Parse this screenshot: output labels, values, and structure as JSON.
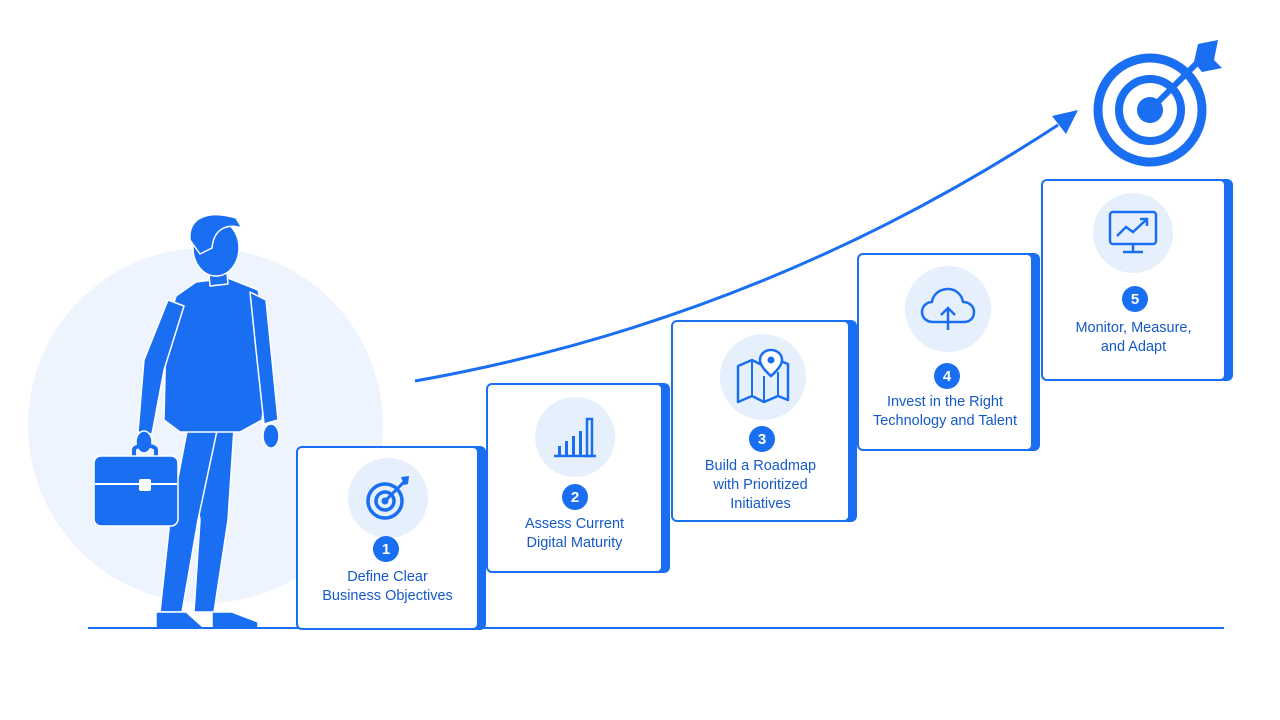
{
  "colors": {
    "primary": "#1a6ef2",
    "icon_background": "#e6f0fd",
    "figure_background": "#eef4fd",
    "text": "#1559c9"
  },
  "steps": [
    {
      "number": "1",
      "label": "Define Clear\nBusiness Objectives",
      "icon": "target-icon"
    },
    {
      "number": "2",
      "label": "Assess Current\nDigital Maturity",
      "icon": "bar-chart-icon"
    },
    {
      "number": "3",
      "label": "Build a Roadmap\nwith Prioritized\nInitiatives",
      "icon": "map-pin-icon"
    },
    {
      "number": "4",
      "label": "Invest in the Right\nTechnology and Talent",
      "icon": "cloud-upload-icon"
    },
    {
      "number": "5",
      "label": "Monitor, Measure,\nand Adapt",
      "icon": "monitor-chart-icon"
    }
  ],
  "decorations": {
    "figure": "businessman-with-briefcase",
    "goal_icon": "target-with-arrow-icon",
    "trend": "upward-arrow-curve"
  }
}
